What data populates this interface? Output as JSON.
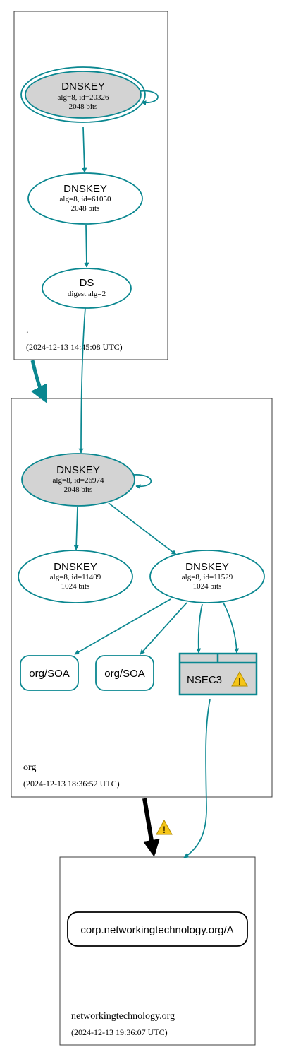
{
  "colors": {
    "edge": "#0a8790",
    "delegation": "#000000",
    "zone_border": "#3c3c3c",
    "node_fill_ksk": "#d3d3d3",
    "node_fill": "#ffffff",
    "warning": "#f5c518"
  },
  "zones": [
    {
      "id": "root",
      "name": ".",
      "timestamp": "(2024-12-13 14:45:08 UTC)"
    },
    {
      "id": "org",
      "name": "org",
      "timestamp": "(2024-12-13 18:36:52 UTC)"
    },
    {
      "id": "networkingtechnology",
      "name": "networkingtechnology.org",
      "timestamp": "(2024-12-13 19:36:07 UTC)"
    }
  ],
  "nodes": {
    "root_ksk": {
      "title": "DNSKEY",
      "line1": "alg=8, id=20326",
      "line2": "2048 bits"
    },
    "root_zsk": {
      "title": "DNSKEY",
      "line1": "alg=8, id=61050",
      "line2": "2048 bits"
    },
    "root_ds": {
      "title": "DS",
      "line1": "digest alg=2"
    },
    "org_ksk": {
      "title": "DNSKEY",
      "line1": "alg=8, id=26974",
      "line2": "2048 bits"
    },
    "org_zsk1": {
      "title": "DNSKEY",
      "line1": "alg=8, id=11409",
      "line2": "1024 bits"
    },
    "org_zsk2": {
      "title": "DNSKEY",
      "line1": "alg=8, id=11529",
      "line2": "1024 bits"
    },
    "org_soa1": {
      "label": "org/SOA"
    },
    "org_soa2": {
      "label": "org/SOA"
    },
    "org_nsec3": {
      "label": "NSEC3"
    },
    "target_a": {
      "label": "corp.networkingtechnology.org/A"
    }
  },
  "icons": {
    "nsec3_warning": "warning-icon",
    "delegation_warning": "warning-icon"
  }
}
